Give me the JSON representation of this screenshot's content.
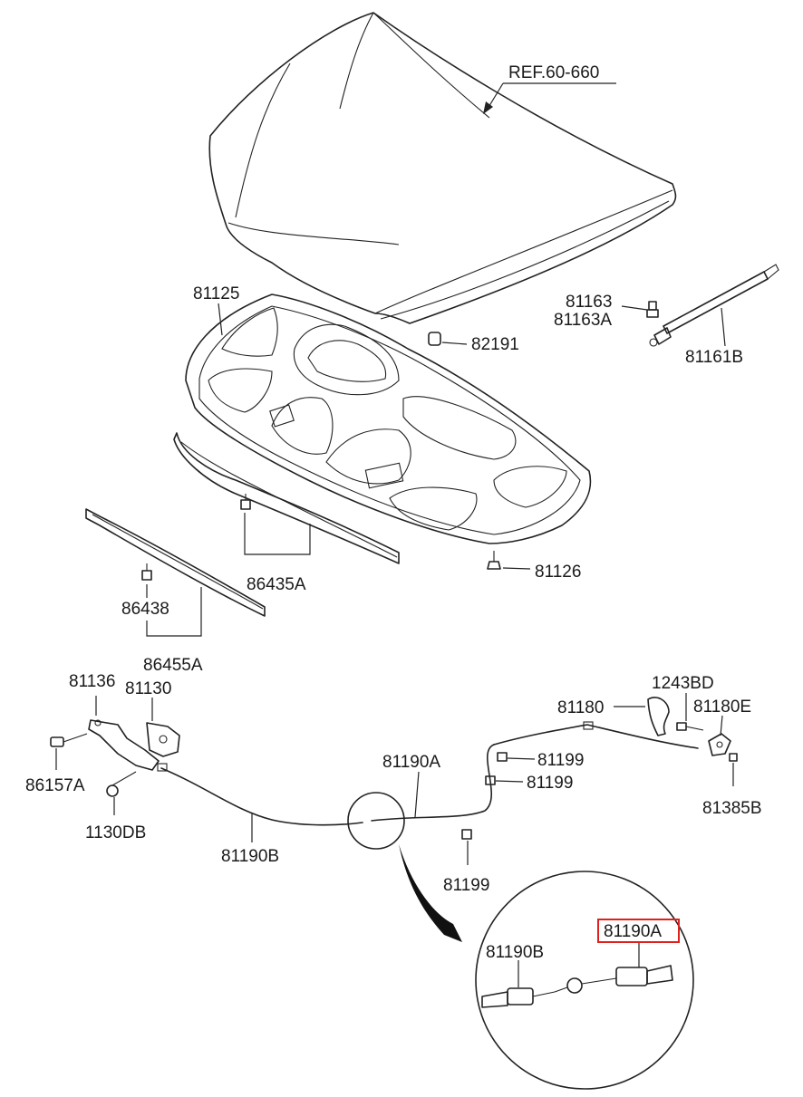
{
  "labels": {
    "ref_60_660": "REF.60-660",
    "p81125": "81125",
    "p81163": "81163",
    "p81163A": "81163A",
    "p82191": "82191",
    "p81161B": "81161B",
    "p81126": "81126",
    "p86435A": "86435A",
    "p86438": "86438",
    "p86455A": "86455A",
    "p81136": "81136",
    "p81130": "81130",
    "p86157A": "86157A",
    "p1130DB": "1130DB",
    "p81190B": "81190B",
    "p81190A": "81190A",
    "p81199_a": "81199",
    "p81199_b": "81199",
    "p81199_c": "81199",
    "p81180": "81180",
    "p1243BD": "1243BD",
    "p81180E": "81180E",
    "p81385B": "81385B",
    "detail_81190B": "81190B",
    "detail_81190A": "81190A"
  },
  "colors": {
    "highlight_box": "#e0201c",
    "line": "#222222"
  }
}
